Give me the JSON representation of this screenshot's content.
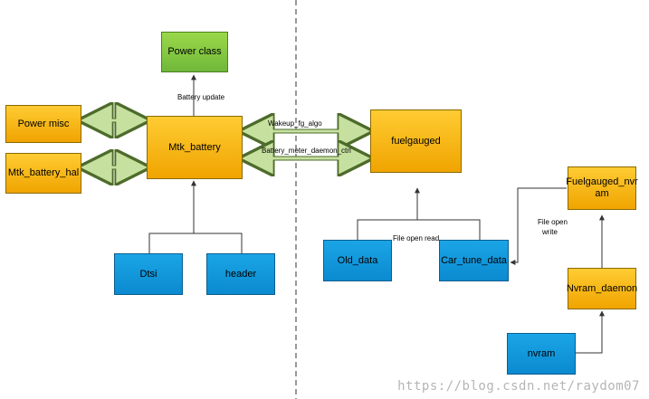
{
  "nodes": {
    "power_class": "Power class",
    "power_misc": "Power misc",
    "mtk_battery": "Mtk_battery",
    "mtk_battery_hal": "Mtk_battery_hal",
    "fuelgauged": "fuelgauged",
    "fuelgauged_nvram": "Fuelgauged_nvr am",
    "dtsi": "Dtsi",
    "header": "header",
    "old_data": "Old_data",
    "car_tune_data": "Car_tune_data",
    "nvram_daemon": "Nvram_daemon",
    "nvram": "nvram"
  },
  "edges": {
    "battery_update": "Battery update",
    "wakeup_fg_algo": "Wakeup_fg_algo",
    "battery_meter_daemon_ctrl": "Battery_meter_daemon_ctrl",
    "file_open_read": "File open read",
    "file_open_write_1": "File open",
    "file_open_write_2": "write"
  },
  "watermark": "https://blog.csdn.net/raydom07",
  "colors": {
    "orange": "#f5b800",
    "green": "#8cc63f",
    "blue": "#0f9ad8",
    "double_arrow": "#c6e0a0"
  }
}
